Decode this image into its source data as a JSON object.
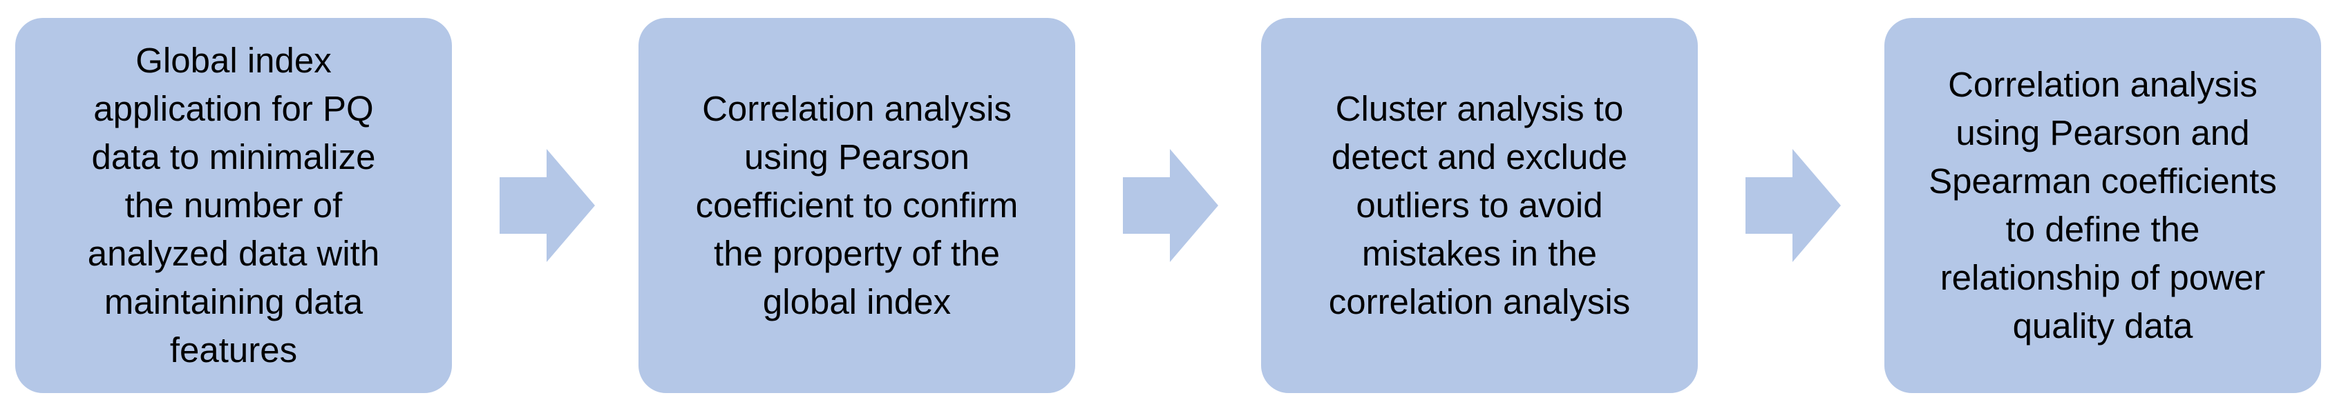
{
  "colors": {
    "box_fill": "#b4c7e7",
    "arrow_fill": "#b4c7e7",
    "text": "#000000"
  },
  "steps": [
    {
      "lines": [
        "Global index",
        "application for PQ",
        "data to minimalize",
        "the number of",
        "analyzed data with",
        "maintaining data",
        "features"
      ]
    },
    {
      "lines": [
        "Correlation analysis",
        "using Pearson",
        "coefficient to confirm",
        "the property of the",
        "global index"
      ]
    },
    {
      "lines": [
        "Cluster analysis to",
        "detect and exclude",
        "outliers to avoid",
        "mistakes in the",
        "correlation analysis"
      ]
    },
    {
      "lines": [
        "Correlation analysis",
        "using Pearson and",
        "Spearman coefficients",
        "to define the",
        "relationship of power",
        "quality data"
      ]
    }
  ],
  "connectors": [
    {
      "icon": "right-arrow-icon"
    },
    {
      "icon": "right-arrow-icon"
    },
    {
      "icon": "right-arrow-icon"
    }
  ]
}
